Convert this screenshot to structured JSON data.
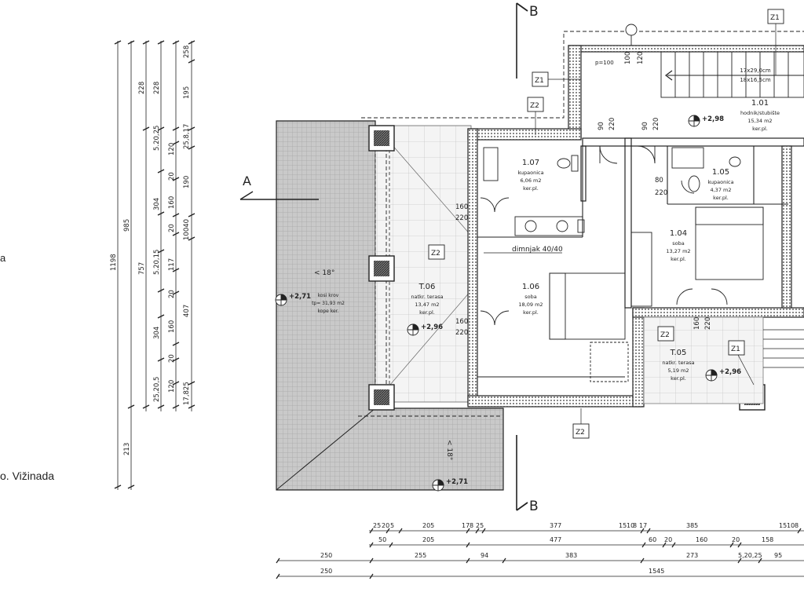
{
  "left_notes": {
    "fragment_a": "a",
    "location": "o. Vižinada"
  },
  "section_markers": {
    "a": "A",
    "b_top": "B",
    "b_bottom": "B"
  },
  "rooms": {
    "r101": {
      "code": "1.01",
      "name": "hodnik/stubište",
      "area": "15,34 m2",
      "floor": "ker.pl.",
      "stair1": "17x29,0cm",
      "stair2": "18x16,5cm"
    },
    "r104": {
      "code": "1.04",
      "name": "soba",
      "area": "13,27 m2",
      "floor": "ker.pl."
    },
    "r105": {
      "code": "1.05",
      "name": "kupaonica",
      "area": "4,37 m2",
      "floor": "ker.pl."
    },
    "r106": {
      "code": "1.06",
      "name": "soba",
      "area": "18,09 m2",
      "floor": "ker.pl."
    },
    "r107": {
      "code": "1.07",
      "name": "kupaonica",
      "area": "6,06 m2",
      "floor": "ker.pl."
    },
    "t05": {
      "code": "T.05",
      "name": "natkr. terasa",
      "area": "5,19 m2",
      "floor": "ker.pl."
    },
    "t06": {
      "code": "T.06",
      "name": "natkr. terasa",
      "area": "13,47 m2",
      "floor": "ker.pl."
    },
    "roof": {
      "name": "kosi krov",
      "area": "tp= 31,93 m2",
      "floor": "kope ker."
    }
  },
  "tags": {
    "z1": "Z1",
    "z2": "Z2"
  },
  "levels": {
    "l298": "+2,98",
    "l296": "+2,96",
    "l271": "+2,71"
  },
  "misc": {
    "chimney": "dimnjak 40/40",
    "pitch": "< 18°",
    "pitch2": "< 18°",
    "p100": "p=100"
  },
  "openings": {
    "d90": "90",
    "d220": "220",
    "d80": "80",
    "d160": "160",
    "d100": "100",
    "d120": "120"
  },
  "vertical_dims": {
    "overall": "1198",
    "c985": "985",
    "c757": "757",
    "c213": "213",
    "c228a": "228",
    "c228b": "228",
    "c258": "258",
    "c195": "195",
    "c304a": "304",
    "c304b": "304",
    "c407": "407",
    "c160a": "160",
    "c160b": "160",
    "c190": "190",
    "c120a": "120",
    "c120b": "120",
    "c117": "117",
    "c20a": "20",
    "c20b": "20",
    "c20c": "20",
    "c20d": "20",
    "c52025": "5.20,25",
    "c258172": "25,8,17",
    "c10040": "10040",
    "c52015": "5.20,15",
    "c25205": "25,20,5",
    "c178825": "17,825"
  },
  "horizontal_dims": {
    "row1": [
      "25",
      "20",
      "5",
      "205",
      "17",
      "8",
      "25",
      "377",
      "15",
      "10",
      "8",
      "17",
      "385",
      "15",
      "10",
      "8"
    ],
    "row2": [
      "50",
      "205",
      "477",
      "60",
      "20",
      "160",
      "20",
      "158"
    ],
    "row3": [
      "250",
      "255",
      "94",
      "383",
      "273",
      "5,20,25",
      "95"
    ],
    "row4": [
      "250",
      "1545"
    ]
  }
}
